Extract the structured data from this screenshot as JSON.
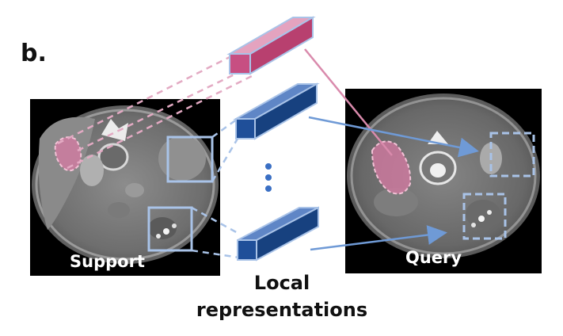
{
  "panel_label": "b.",
  "images": {
    "support_caption": "Support",
    "query_caption": "Query"
  },
  "local_label": {
    "line1": "Local",
    "line2": "representations"
  },
  "colors": {
    "pink": "#c74f82",
    "blue": "#1f4f99",
    "box_outline": "#a9c3e8",
    "arrow_blue": "#6f9ad6",
    "pink_line": "#d98aac"
  }
}
